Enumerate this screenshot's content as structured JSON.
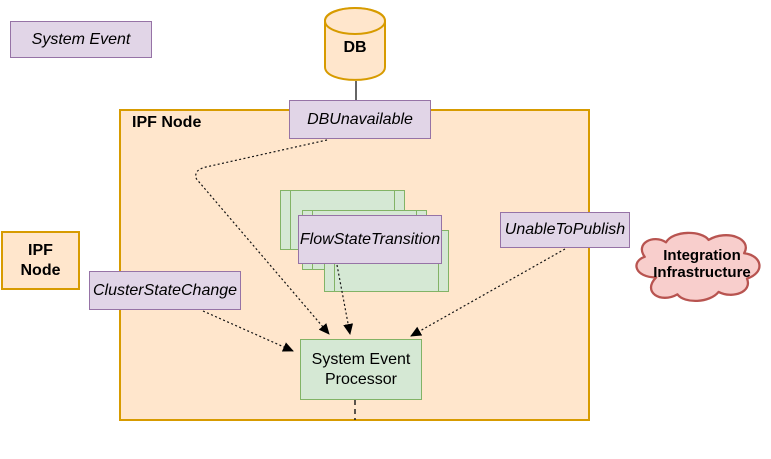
{
  "diagram": {
    "legend": {
      "system_event_label": "System Event",
      "ipf_node_label": "IPF Node"
    },
    "nodes": {
      "db": {
        "label": "DB",
        "shape": "cylinder"
      },
      "ipf_node_container": {
        "label": "IPF Node",
        "shape": "container"
      },
      "db_unavailable": {
        "label": "DBUnavailable",
        "shape": "event"
      },
      "flow_state_transition": {
        "label": "FlowStateTransition",
        "shape": "event-on-stack"
      },
      "unable_to_publish": {
        "label": "UnableToPublish",
        "shape": "event"
      },
      "cluster_state_change": {
        "label": "ClusterStateChange",
        "shape": "event"
      },
      "system_event_processor": {
        "label": "System Event Processor",
        "shape": "process"
      },
      "integration_infrastructure": {
        "label": "Integration Infrastructure",
        "shape": "cloud"
      }
    },
    "edges": [
      {
        "from": "db",
        "to": "db_unavailable",
        "style": "solid-line"
      },
      {
        "from": "db_unavailable",
        "to": "system_event_processor",
        "style": "dotted-arrow"
      },
      {
        "from": "flow_state_transition",
        "to": "system_event_processor",
        "style": "dotted-arrow"
      },
      {
        "from": "unable_to_publish",
        "to": "system_event_processor",
        "style": "dotted-arrow"
      },
      {
        "from": "cluster_state_change",
        "to": "system_event_processor",
        "style": "dotted-arrow"
      },
      {
        "from": "system_event_processor",
        "to": "ipf_node_container_bottom_edge",
        "style": "dashed-line"
      }
    ],
    "colors": {
      "event_fill": "#E1D5E7",
      "event_border": "#9673A6",
      "node_fill": "#FFE6CC",
      "node_border": "#D79B00",
      "process_fill": "#D5E8D4",
      "process_border": "#82B366",
      "cloud_fill": "#F8CECC",
      "cloud_border": "#B85450",
      "connector": "#141414",
      "canvas_bg": "#FFFFFF"
    }
  }
}
